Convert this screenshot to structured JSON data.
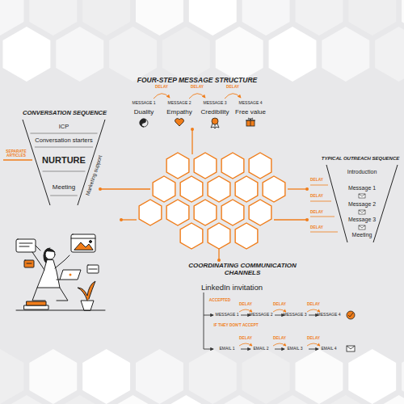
{
  "diagram": {
    "nodes": [
      {
        "text": [
          "CONVERSATION SEQUENCE",
          "ICP",
          "Conversation starters",
          "NURTURE",
          "Meeting"
        ]
      },
      {
        "text": [
          "TYPICAL OUTREACH SEQUENCE",
          "Introduction",
          "Message 1",
          "Message 2",
          "Message 3",
          "Meeting"
        ]
      }
    ],
    "labels": [
      "FOUR-STEP MESSAGE STRUCTURE",
      "DELAY",
      "DELAY",
      "DELAY",
      "MESSAGE 1",
      "Duality",
      "MESSAGE 2",
      "Empathy",
      "MESSAGE 3",
      "Credibility",
      "MESSAGE 4",
      "Free value",
      "SEPARATE ARTICLES",
      "Marketing support",
      "DELAY",
      "DELAY",
      "DELAY",
      "DELAY",
      "COORDINATING COMMUNICATION CHANNELS",
      "LinkedIn invitation",
      "ACCEPTED",
      "MESSAGE 1",
      "DELAY",
      "MESSAGE 2",
      "DELAY",
      "MESSAGE 3",
      "DELAY",
      "MESSAGE 4",
      "IF THEY DON'T ACCEPT",
      "EMAIL 1",
      "DELAY",
      "EMAIL 2",
      "DELAY",
      "EMAIL 3",
      "DELAY",
      "EMAIL 4"
    ]
  }
}
